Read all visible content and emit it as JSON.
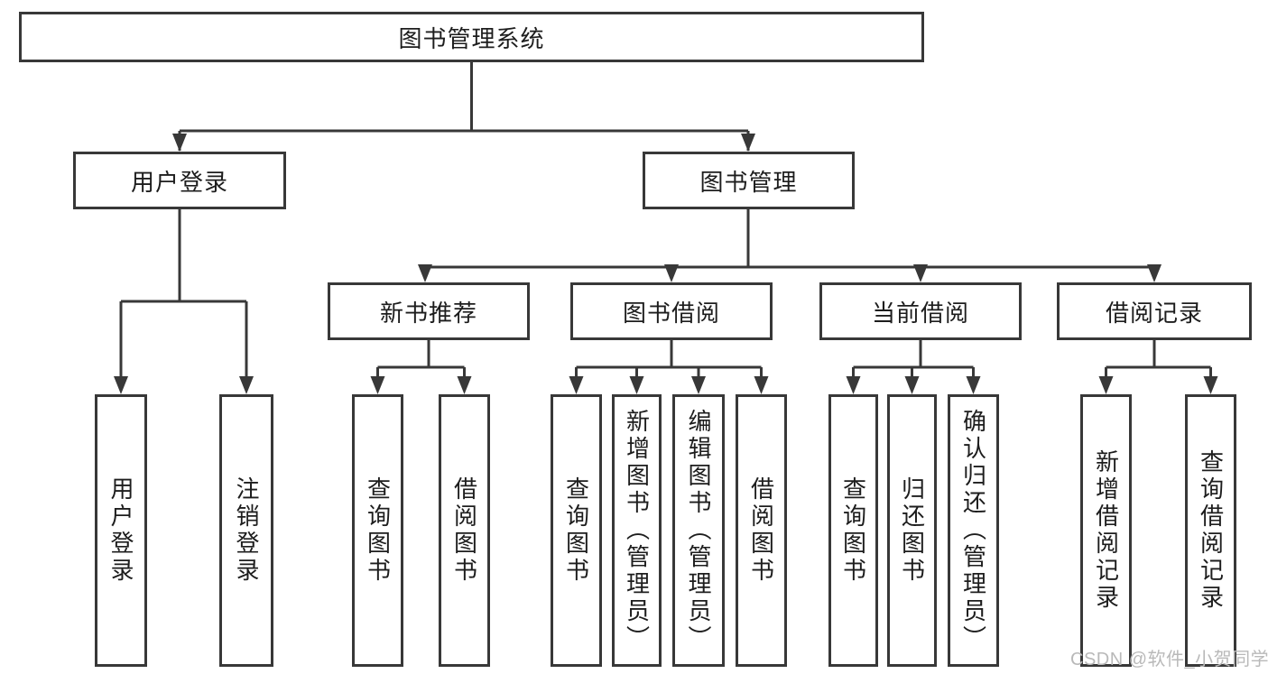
{
  "tree": {
    "root": "图书管理系统",
    "branches": [
      {
        "label": "用户登录",
        "children": [
          "用户登录",
          "注销登录"
        ]
      },
      {
        "label": "图书管理",
        "groups": [
          {
            "label": "新书推荐",
            "children": [
              "查询图书",
              "借阅图书"
            ]
          },
          {
            "label": "图书借阅",
            "children": [
              "查询图书",
              "新增图书（管理员）",
              "编辑图书（管理员）",
              "借阅图书"
            ]
          },
          {
            "label": "当前借阅",
            "children": [
              "查询图书",
              "归还图书",
              "确认归还（管理员）"
            ]
          },
          {
            "label": "借阅记录",
            "children": [
              "新增借阅记录",
              "查询借阅记录"
            ]
          }
        ]
      }
    ]
  },
  "watermark": {
    "text": "CSDN @软件_小贺同学"
  },
  "colors": {
    "line": "#383838",
    "text": "#1d1d1d",
    "watermark": "#b9b9b9",
    "background": "#ffffff"
  }
}
